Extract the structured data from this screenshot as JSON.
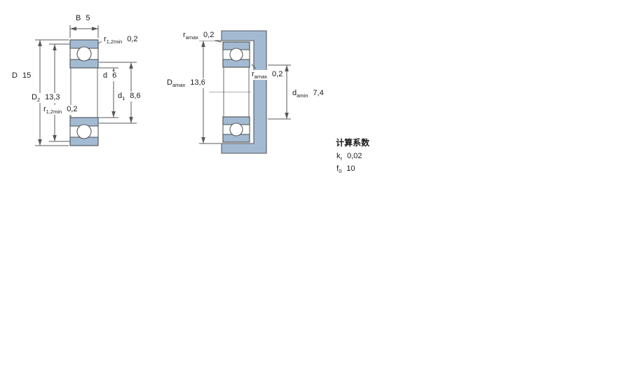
{
  "colors": {
    "bearing-fill": "#a3bbd2",
    "line": "#55595e",
    "text": "#1a1a1a"
  },
  "left_figure": {
    "b": {
      "base": "B",
      "sub": "",
      "value": "5"
    },
    "d_outer": {
      "base": "D",
      "sub": "",
      "value": "15"
    },
    "d2": {
      "base": "D",
      "sub": "2",
      "value": "13,3"
    },
    "r_top": {
      "base": "r",
      "sub": "1,2min",
      "value": "0,2"
    },
    "r_bottom": {
      "base": "r",
      "sub": "1,2min",
      "value": "0,2"
    },
    "d_bore": {
      "base": "d",
      "sub": "",
      "value": "6"
    },
    "d1": {
      "base": "d",
      "sub": "1",
      "value": "8,6"
    }
  },
  "right_figure": {
    "ra_top": {
      "base": "r",
      "sub": "amax",
      "value": "0,2"
    },
    "da_max": {
      "base": "D",
      "sub": "amax",
      "value": "13,6"
    },
    "ra_mid": {
      "base": "r",
      "sub": "amax",
      "value": "0,2"
    },
    "da_min": {
      "base": "d",
      "sub": "amin",
      "value": "7,4"
    }
  },
  "factors": {
    "title": "计算系数",
    "kr": {
      "base": "k",
      "sub": "r",
      "value": "0,02"
    },
    "f0": {
      "base": "f",
      "sub": "0",
      "value": "10"
    }
  }
}
